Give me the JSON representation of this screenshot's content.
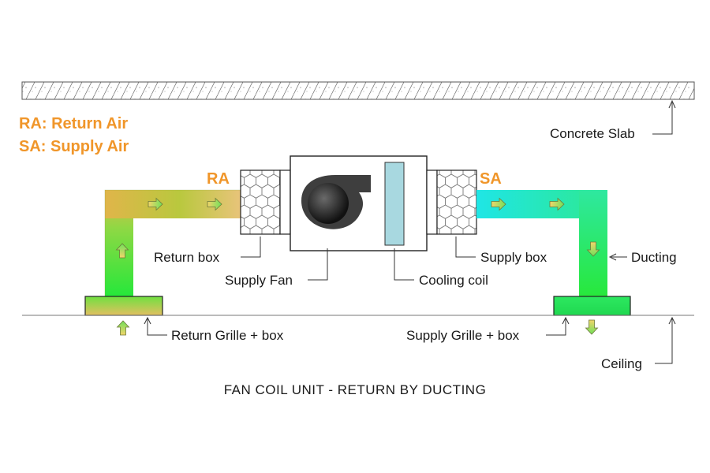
{
  "legend": {
    "ra": "RA: Return Air",
    "sa": "SA: Supply Air"
  },
  "tags": {
    "ra": "RA",
    "sa": "SA"
  },
  "labels": {
    "concrete_slab": "Concrete Slab",
    "return_box": "Return box",
    "supply_fan": "Supply Fan",
    "cooling_coil": "Cooling coil",
    "supply_box": "Supply box",
    "ducting": "Ducting",
    "return_grille": "Return Grille + box",
    "supply_grille": "Supply Grille + box",
    "ceiling": "Ceiling"
  },
  "title": "FAN COIL UNIT - RETURN BY DUCTING",
  "colors": {
    "accent": "#f0962a",
    "return_air_top": "#e2b24a",
    "return_air_bottom": "#22e83a",
    "supply_air_start": "#1ee8e0",
    "supply_air_end": "#2de83a",
    "filter_fill": "#cfd4da",
    "coil_fill": "#a8d8e0",
    "fan": "#444444"
  }
}
